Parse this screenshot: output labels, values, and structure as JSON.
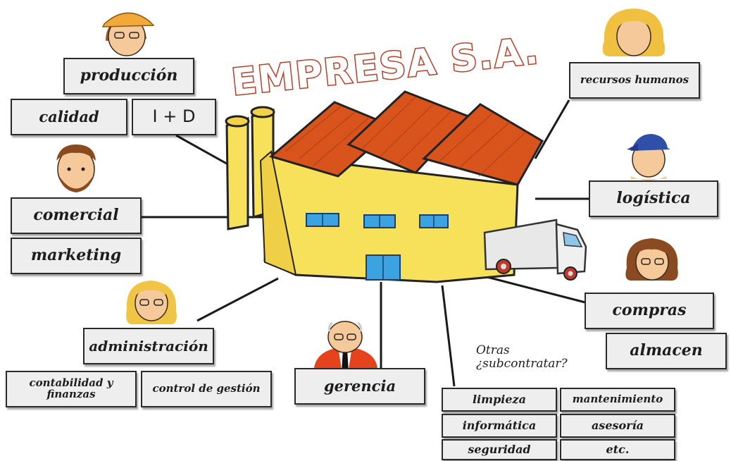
{
  "title": "EMPRESA S.A.",
  "departments": {
    "produccion": "producción",
    "calidad": "calidad",
    "id": "I + D",
    "comercial": "comercial",
    "marketing": "marketing",
    "administracion": "administración",
    "contabilidad": "contabilidad y finanzas",
    "control": "control de gestión",
    "gerencia": "gerencia",
    "rrhh": "recursos humanos",
    "logistica": "logística",
    "compras": "compras",
    "almacen": "almacen"
  },
  "subcontract": {
    "note": "Otras ¿subcontratar?",
    "items": [
      "limpieza",
      "mantenimiento",
      "informática",
      "asesoría",
      "seguridad",
      "etc."
    ]
  },
  "icons": [
    "factory-icon",
    "truck-icon",
    "worker-cap-icon",
    "bearded-man-icon",
    "woman-glasses-icon",
    "bald-manager-icon",
    "woman-blonde-icon",
    "cap-man-icon",
    "woman-brown-icon"
  ],
  "colors": {
    "roof": "#d9541c",
    "walls": "#f7e15a",
    "title_fill": "#ffffff",
    "title_outline": "#b3402a",
    "box_fill": "#eeeeee",
    "window": "#3ba3e0"
  }
}
